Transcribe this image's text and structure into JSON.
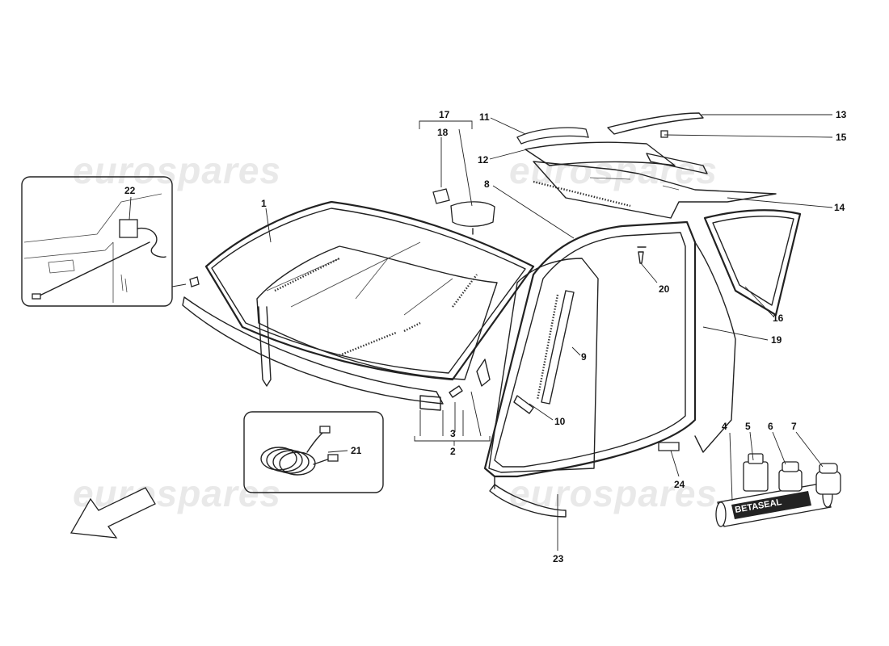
{
  "watermark": "eurospares",
  "callouts": {
    "c1": "1",
    "c2": "2",
    "c3": "3",
    "c4": "4",
    "c5": "5",
    "c6": "6",
    "c7": "7",
    "c8": "8",
    "c9": "9",
    "c10": "10",
    "c11": "11",
    "c12": "12",
    "c13": "13",
    "c14": "14",
    "c15": "15",
    "c16": "16",
    "c17": "17",
    "c18": "18",
    "c19": "19",
    "c20": "20",
    "c21": "21",
    "c22": "22",
    "c23": "23",
    "c24": "24"
  },
  "tube_label": "BETASEAL",
  "direction_icon": "arrow-down-left-icon"
}
